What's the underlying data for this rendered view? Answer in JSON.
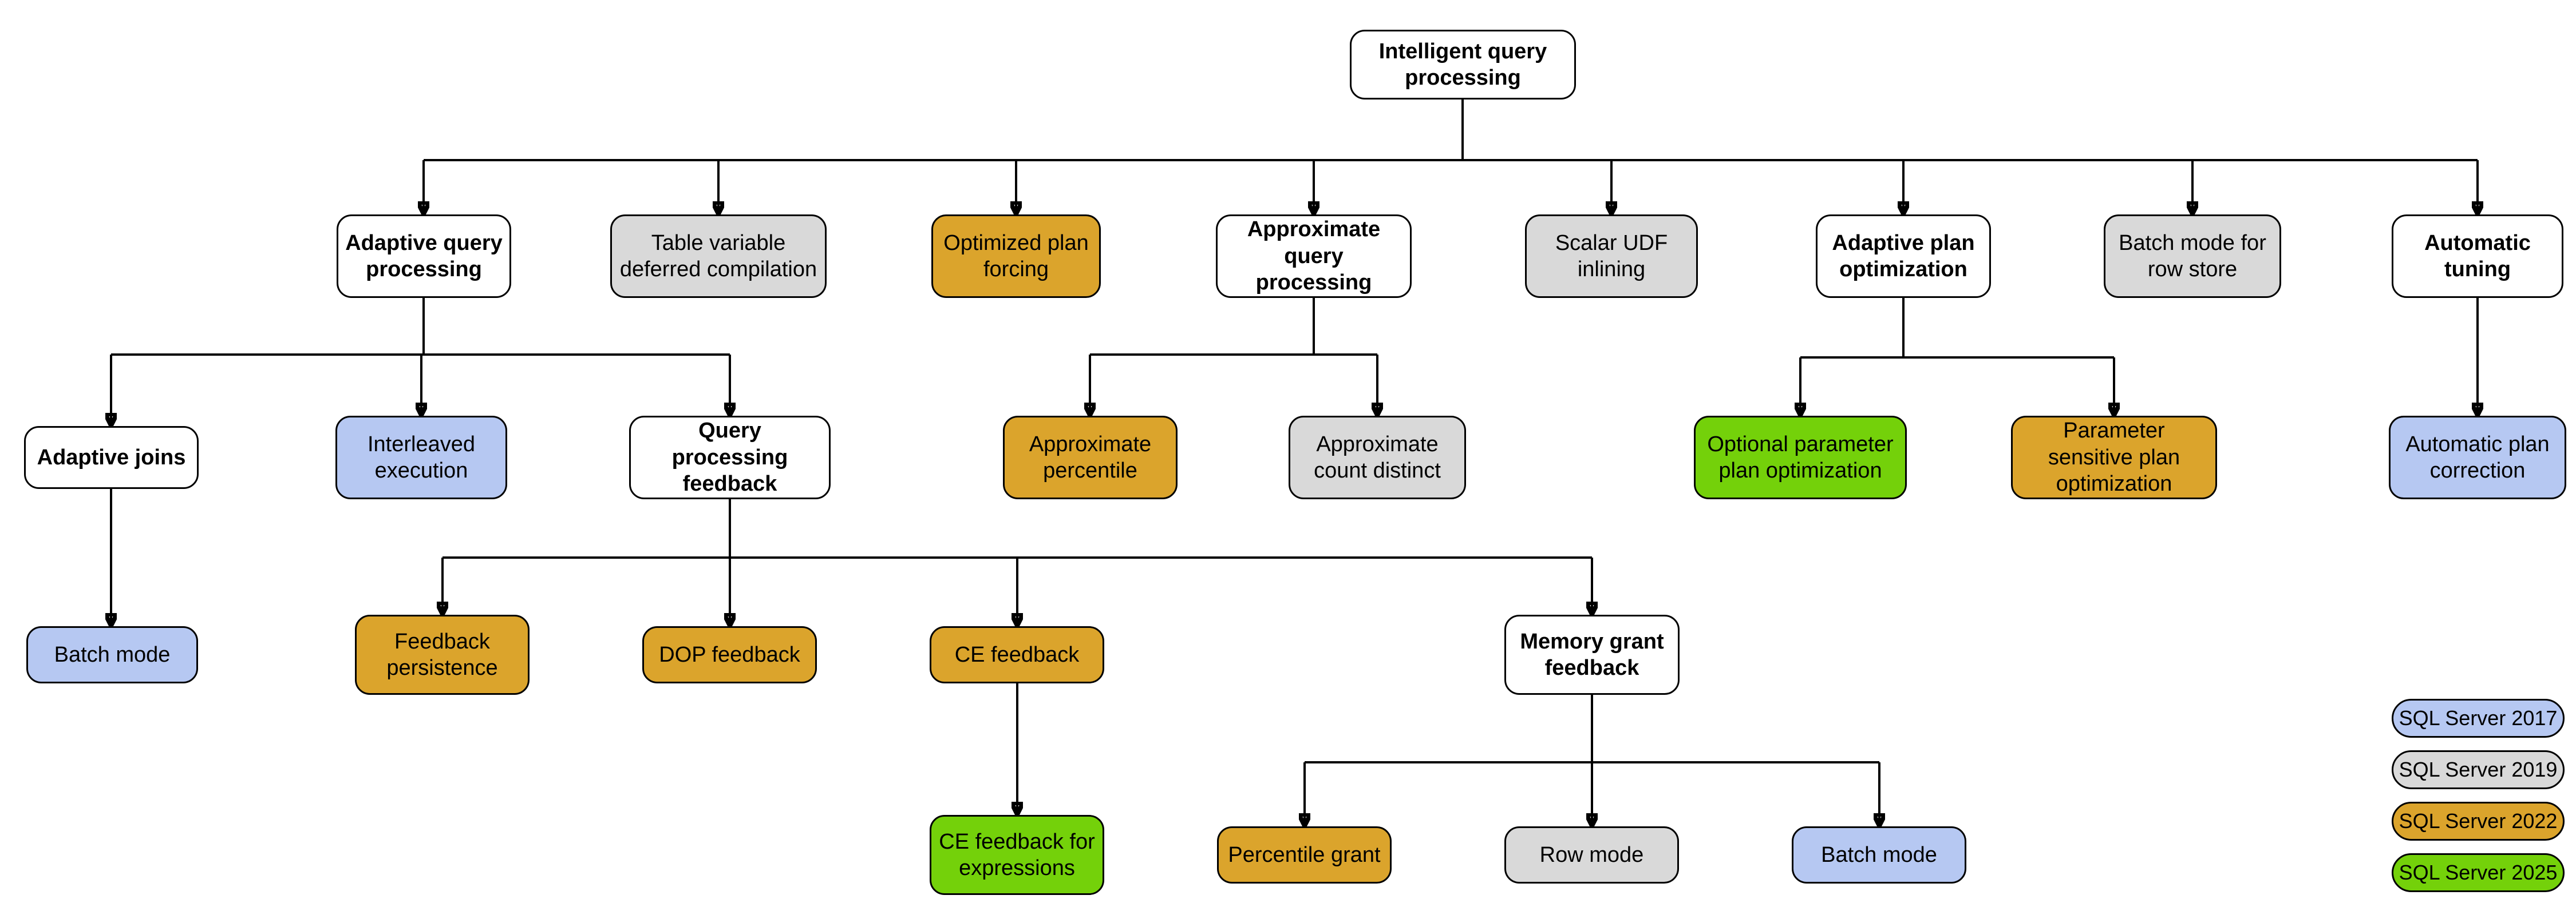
{
  "diagram_title": "Intelligent query processing",
  "nodes": {
    "intelligent_query_processing": "Intelligent query processing",
    "adaptive_query_processing": "Adaptive query processing",
    "table_variable_deferred_compilation": "Table variable deferred compilation",
    "optimized_plan_forcing": "Optimized plan forcing",
    "approximate_query_processing": "Approximate query processing",
    "scalar_udf_inlining": "Scalar UDF inlining",
    "adaptive_plan_optimization": "Adaptive plan optimization",
    "batch_mode_for_row_store": "Batch mode for row store",
    "automatic_tuning": "Automatic tuning",
    "adaptive_joins": "Adaptive joins",
    "interleaved_execution": "Interleaved execution",
    "query_processing_feedback": "Query processing feedback",
    "approximate_percentile": "Approximate percentile",
    "approximate_count_distinct": "Approximate count distinct",
    "optional_parameter_plan_optimization": "Optional parameter plan optimization",
    "parameter_sensitive_plan_optimization": "Parameter sensitive plan optimization",
    "automatic_plan_correction": "Automatic plan correction",
    "batch_mode_adaptive_joins": "Batch mode",
    "feedback_persistence": "Feedback persistence",
    "dop_feedback": "DOP feedback",
    "ce_feedback": "CE feedback",
    "memory_grant_feedback": "Memory grant feedback",
    "ce_feedback_for_expressions": "CE feedback for expressions",
    "percentile_grant": "Percentile grant",
    "row_mode": "Row mode",
    "batch_mode_memory_grant": "Batch mode"
  },
  "legend": {
    "items": [
      {
        "label": "SQL Server 2017",
        "color": "#b6c8f2"
      },
      {
        "label": "SQL Server 2019",
        "color": "#d9d9d9"
      },
      {
        "label": "SQL Server 2022",
        "color": "#dba42c"
      },
      {
        "label": "SQL Server 2025",
        "color": "#74d10a"
      }
    ]
  },
  "colors": {
    "category_node": "#ffffff",
    "sql_server_2017": "#b6c8f2",
    "sql_server_2019": "#d9d9d9",
    "sql_server_2022": "#dba42c",
    "sql_server_2025": "#74d10a",
    "line": "#000000"
  }
}
